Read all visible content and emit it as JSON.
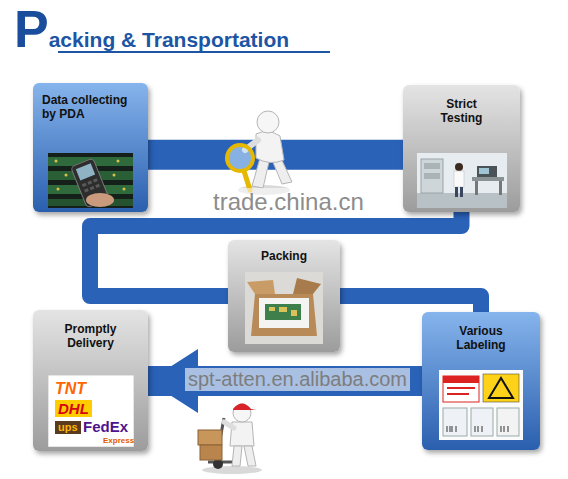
{
  "diagram": {
    "title": "Packing & Transportation",
    "nodes": [
      {
        "text": [
          "Data collecting by PDA"
        ]
      },
      {
        "text": [
          "Strict Testing"
        ]
      },
      {
        "text": [
          "Packing"
        ]
      },
      {
        "text": [
          "Various Labeling"
        ]
      },
      {
        "text": [
          "Promptly Delivery"
        ]
      }
    ],
    "edges": [
      {
        "from": 0,
        "to": 1,
        "arrow": "none"
      },
      {
        "from": 1,
        "to": 2,
        "arrow": "none"
      },
      {
        "from": 2,
        "to": 3,
        "arrow": "none"
      },
      {
        "from": 3,
        "to": 4,
        "arrow": "to"
      }
    ],
    "labels": [
      "trade.china.cn",
      "spt-atten.en.alibaba.com",
      "TNT",
      "DHL",
      "ups",
      "FedEx",
      "Express"
    ]
  }
}
